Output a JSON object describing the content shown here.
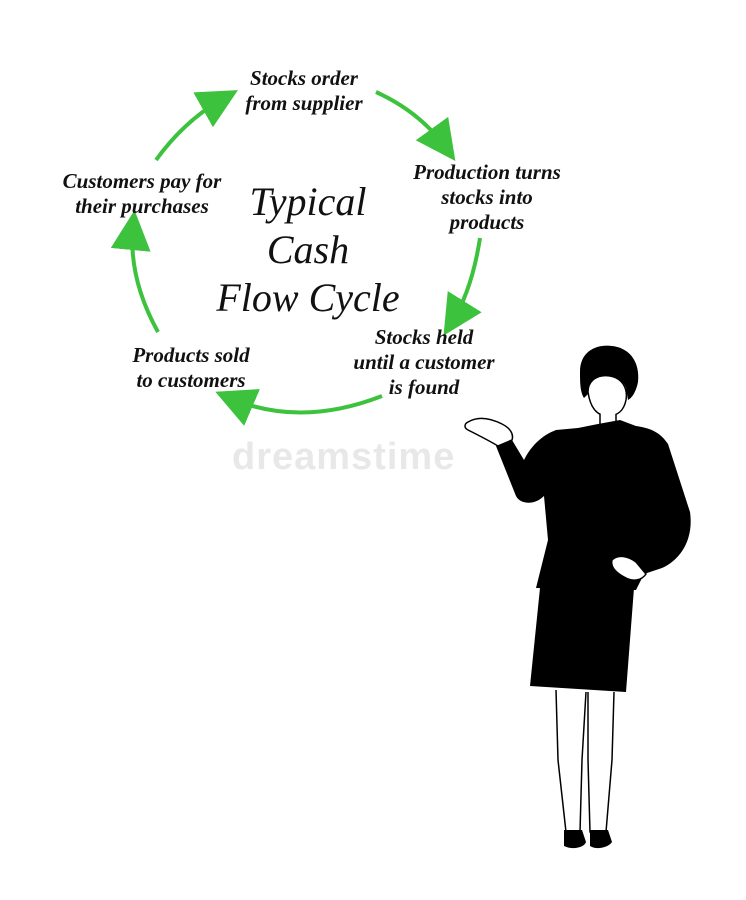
{
  "diagram": {
    "title_lines": [
      "Typical",
      "Cash",
      "Flow Cycle"
    ],
    "steps": [
      {
        "lines": [
          "Stocks order",
          "from supplier"
        ]
      },
      {
        "lines": [
          "Production turns",
          "stocks into",
          "products"
        ]
      },
      {
        "lines": [
          "Stocks held",
          "until a customer",
          "is found"
        ]
      },
      {
        "lines": [
          "Products sold",
          "to customers"
        ]
      },
      {
        "lines": [
          "Customers pay for",
          "their purchases"
        ]
      }
    ]
  },
  "colors": {
    "arrow": "#3cc23c",
    "text": "#111111",
    "silhouette": "#000000"
  },
  "watermark": "dreamstime"
}
